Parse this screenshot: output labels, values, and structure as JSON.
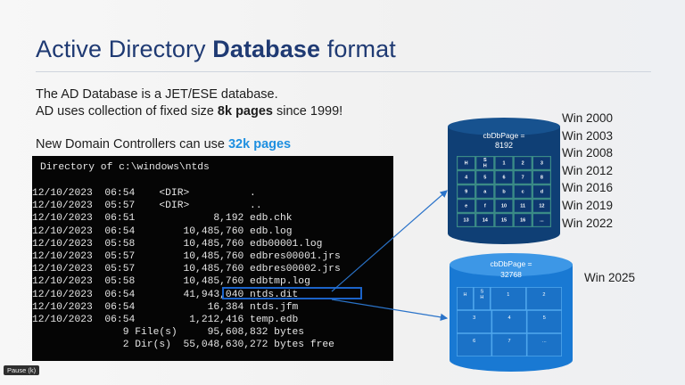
{
  "slide": {
    "title_prefix": "Active Directory ",
    "title_bold": "Database",
    "title_suffix": " format",
    "line1": "The AD Database is a JET/ESE database.",
    "line2_prefix": "AD uses collection of fixed size ",
    "line2_bold": "8k pages",
    "line2_suffix": " since 1999!",
    "line3_prefix": "New Domain Controllers can use ",
    "line3_accent": "32k pages"
  },
  "terminal": {
    "header": "Directory of c:\\windows\\ntds",
    "lines": [
      "12/10/2023  06:54    <DIR>          .",
      "12/10/2023  05:57    <DIR>          ..",
      "12/10/2023  06:51             8,192 edb.chk",
      "12/10/2023  06:54        10,485,760 edb.log",
      "12/10/2023  05:58        10,485,760 edb00001.log",
      "12/10/2023  05:57        10,485,760 edbres00001.jrs",
      "12/10/2023  05:57        10,485,760 edbres00002.jrs",
      "12/10/2023  05:58        10,485,760 edbtmp.log",
      "12/10/2023  06:54        41,943,040 ntds.dit",
      "12/10/2023  06:54            16,384 ntds.jfm",
      "12/10/2023  06:54         1,212,416 temp.edb"
    ],
    "summary": [
      "               9 File(s)     95,608,832 bytes",
      "               2 Dir(s)  55,048,630,272 bytes free"
    ]
  },
  "db_small": {
    "label": "cbDbPage =",
    "value": "8192",
    "grid": [
      [
        "H",
        "S\nH",
        "1",
        "2",
        "3"
      ],
      [
        "4",
        "5",
        "6",
        "7",
        "8"
      ],
      [
        "9",
        "a",
        "b",
        "c",
        "d"
      ],
      [
        "e",
        "f",
        "10",
        "11",
        "12"
      ],
      [
        "13",
        "14",
        "15",
        "16",
        "..."
      ]
    ]
  },
  "db_large": {
    "label": "cbDbPage =",
    "value": "32768",
    "grid": [
      [
        "H",
        "S\nH",
        "1",
        "2"
      ],
      [
        "3",
        "4",
        "5"
      ],
      [
        "6",
        "7",
        "..."
      ]
    ]
  },
  "versions_small": [
    "Win 2000",
    "Win 2003",
    "Win 2008",
    "Win 2012",
    "Win 2016",
    "Win 2019",
    "Win 2022"
  ],
  "version_large": "Win 2025",
  "ui": {
    "pause": "Pause (k)"
  },
  "colors": {
    "title": "#1f3a73",
    "accent": "#1e8fe0",
    "cylinder_small": "#0f3f75",
    "cylinder_large": "#1979d3",
    "highlight": "#1b63c9"
  }
}
